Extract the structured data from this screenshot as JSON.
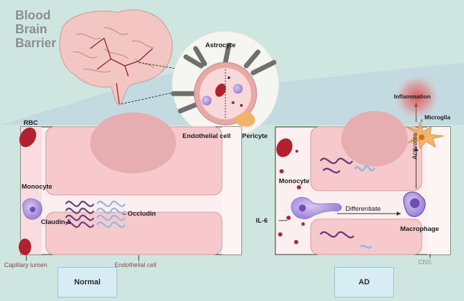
{
  "title": [
    "Blood",
    "Brain",
    "Barrier"
  ],
  "labels": {
    "astrocyte": "Astrocyte",
    "endothelial_cell_top": "Endothelial cell",
    "pericyte": "Pericyte",
    "rbc": "RBC",
    "monocyte_normal": "Monocyte",
    "claudin5": "Claudin-5",
    "occludin": "Occludin",
    "capillary_lumen": "Capillary lumen",
    "endothelial_cell_bottom": "Endothelial cell",
    "inflammation": "Inflammation",
    "microglia": "Microglia",
    "monocyte_ad": "Monocyte",
    "activates": "Activates",
    "il6": "IL-6",
    "differentiate": "Differentiate",
    "macrophage": "Macrophage",
    "cns": "CNS"
  },
  "conditions": {
    "normal": "Normal",
    "ad": "AD"
  },
  "colors": {
    "background": "#cfe5df",
    "vessel_pink": "#f7d9da",
    "cell_body": "#f3c9cb",
    "cell_outline": "#d79a9e",
    "rbc": "#b3202f",
    "astrocyte": "#6f6f6f",
    "pericyte": "#f2b36a",
    "monocyte": "#b59be0",
    "claudin": "#6b3a7a",
    "occludin": "#8cb9e3",
    "inflammation": "#e34848"
  }
}
